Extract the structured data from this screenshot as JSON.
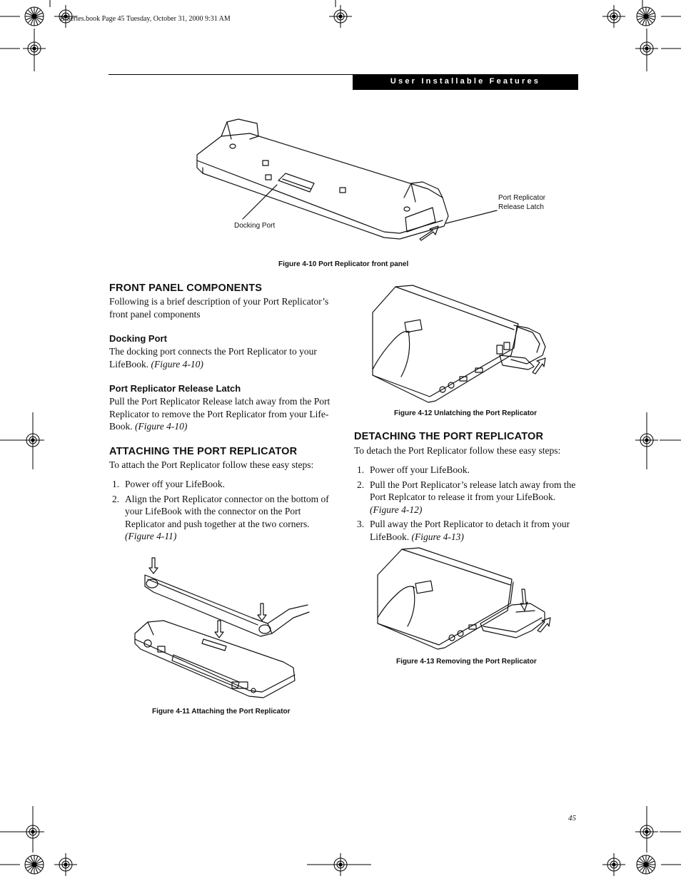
{
  "header": {
    "book_stamp": "B Series.book  Page 45  Tuesday, October 31, 2000  9:31 AM",
    "banner": "User Installable Features"
  },
  "figure_4_10": {
    "caption": "Figure 4-10 Port Replicator front panel",
    "callout_docking_port": "Docking Port",
    "callout_latch_line1": "Port Replicator",
    "callout_latch_line2": "Release Latch"
  },
  "front_panel": {
    "heading": "FRONT PANEL COMPONENTS",
    "intro": "Following is a brief description of your Port Replicator’s front panel components",
    "docking_port": {
      "heading": "Docking Port",
      "text": "The docking port connects the Port Replicator to your LifeBook.",
      "ref": "(Figure 4-10)"
    },
    "release_latch": {
      "heading": "Port Replicator Release Latch",
      "text": "Pull the Port Replicator Release latch away from the Port Replicator to remove the Port Replicator from your Life-Book.",
      "ref": "(Figure 4-10)"
    }
  },
  "attaching": {
    "heading": "ATTACHING THE PORT REPLICATOR",
    "intro": "To attach the Port Replicator follow these easy steps:",
    "steps": [
      {
        "num": "1.",
        "text": "Power off your LifeBook.",
        "ref": ""
      },
      {
        "num": "2.",
        "text": "Align the Port Replicator connector on the bottom of your LifeBook with the connector on the Port Replicator and push together at the two corners.",
        "ref": "(Figure 4-11)"
      }
    ],
    "figure_caption": "Figure 4-11 Attaching the Port Replicator"
  },
  "figure_4_12": {
    "caption": "Figure 4-12 Unlatching the Port Replicator"
  },
  "detaching": {
    "heading": "DETACHING THE PORT REPLICATOR",
    "intro": "To detach the Port Replicator follow these easy steps:",
    "steps": [
      {
        "num": "1.",
        "text": "Power off your LifeBook.",
        "ref": ""
      },
      {
        "num": "2.",
        "text": "Pull the Port Replicator’s release latch away from the Port Replcator to release it from your LifeBook.",
        "ref": "(Figure 4-12)"
      },
      {
        "num": "3.",
        "text": "Pull away the Port Replicator to detach it from your LifeBook.",
        "ref": "(Figure 4-13)"
      }
    ],
    "figure_caption": "Figure 4-13 Removing the Port Replicator"
  },
  "footer": {
    "page_number": "45"
  }
}
